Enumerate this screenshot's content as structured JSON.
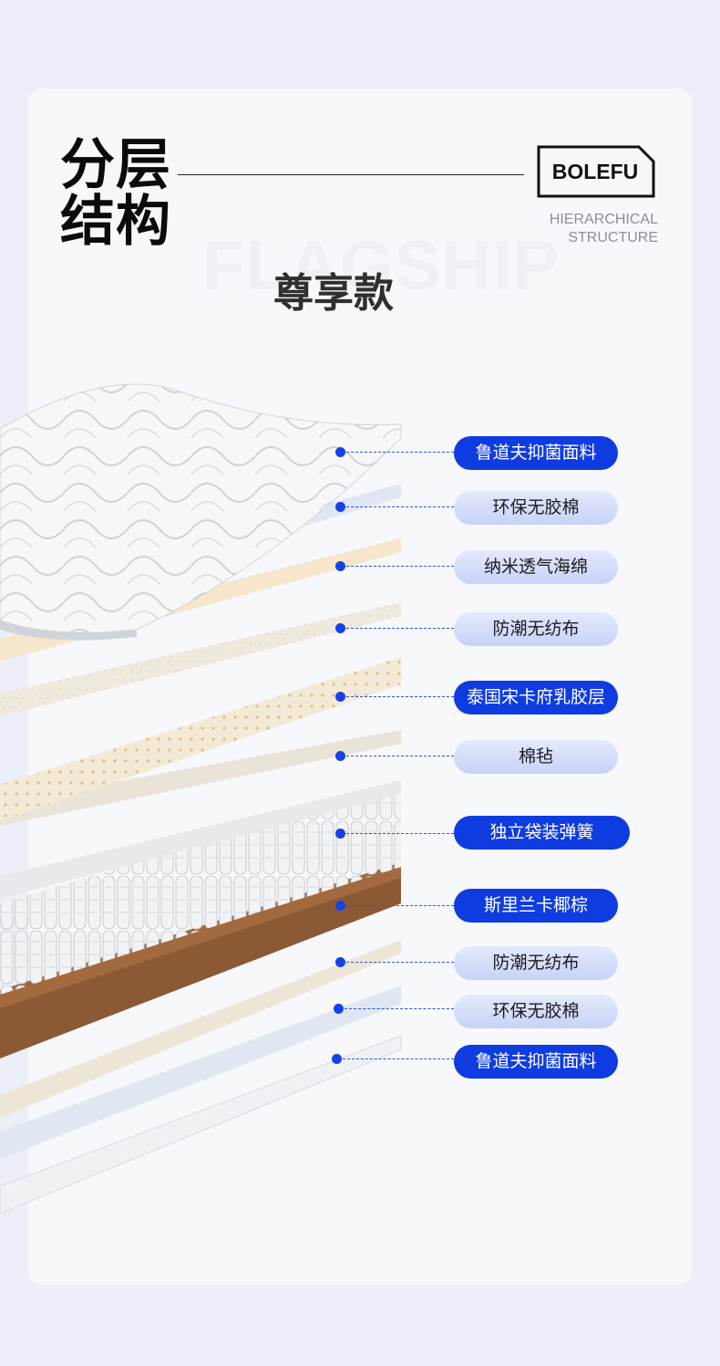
{
  "header": {
    "title_line1": "分层",
    "title_line2": "结构",
    "brand_logo": "BOLEFU",
    "subtitle_line1": "HIERARCHICAL",
    "subtitle_line2": "STRUCTURE",
    "watermark": "FLAGSHIP",
    "edition": "尊享款"
  },
  "layers": [
    {
      "label": "鲁道夫抑菌面料",
      "style": "dark"
    },
    {
      "label": "环保无胶棉",
      "style": "light"
    },
    {
      "label": "纳米透气海绵",
      "style": "light"
    },
    {
      "label": "防潮无纺布",
      "style": "light"
    },
    {
      "label": "泰国宋卡府乳胶层",
      "style": "dark"
    },
    {
      "label": "棉毡",
      "style": "light"
    },
    {
      "label": "独立袋装弹簧",
      "style": "dark"
    },
    {
      "label": "斯里兰卡椰棕",
      "style": "dark"
    },
    {
      "label": "防潮无纺布",
      "style": "light"
    },
    {
      "label": "环保无胶棉",
      "style": "light"
    },
    {
      "label": "鲁道夫抑菌面料",
      "style": "dark"
    }
  ],
  "colors": {
    "accent": "#0f3ce0",
    "pill_light": "#d2dbf9",
    "page_bg": "#eceff7"
  }
}
